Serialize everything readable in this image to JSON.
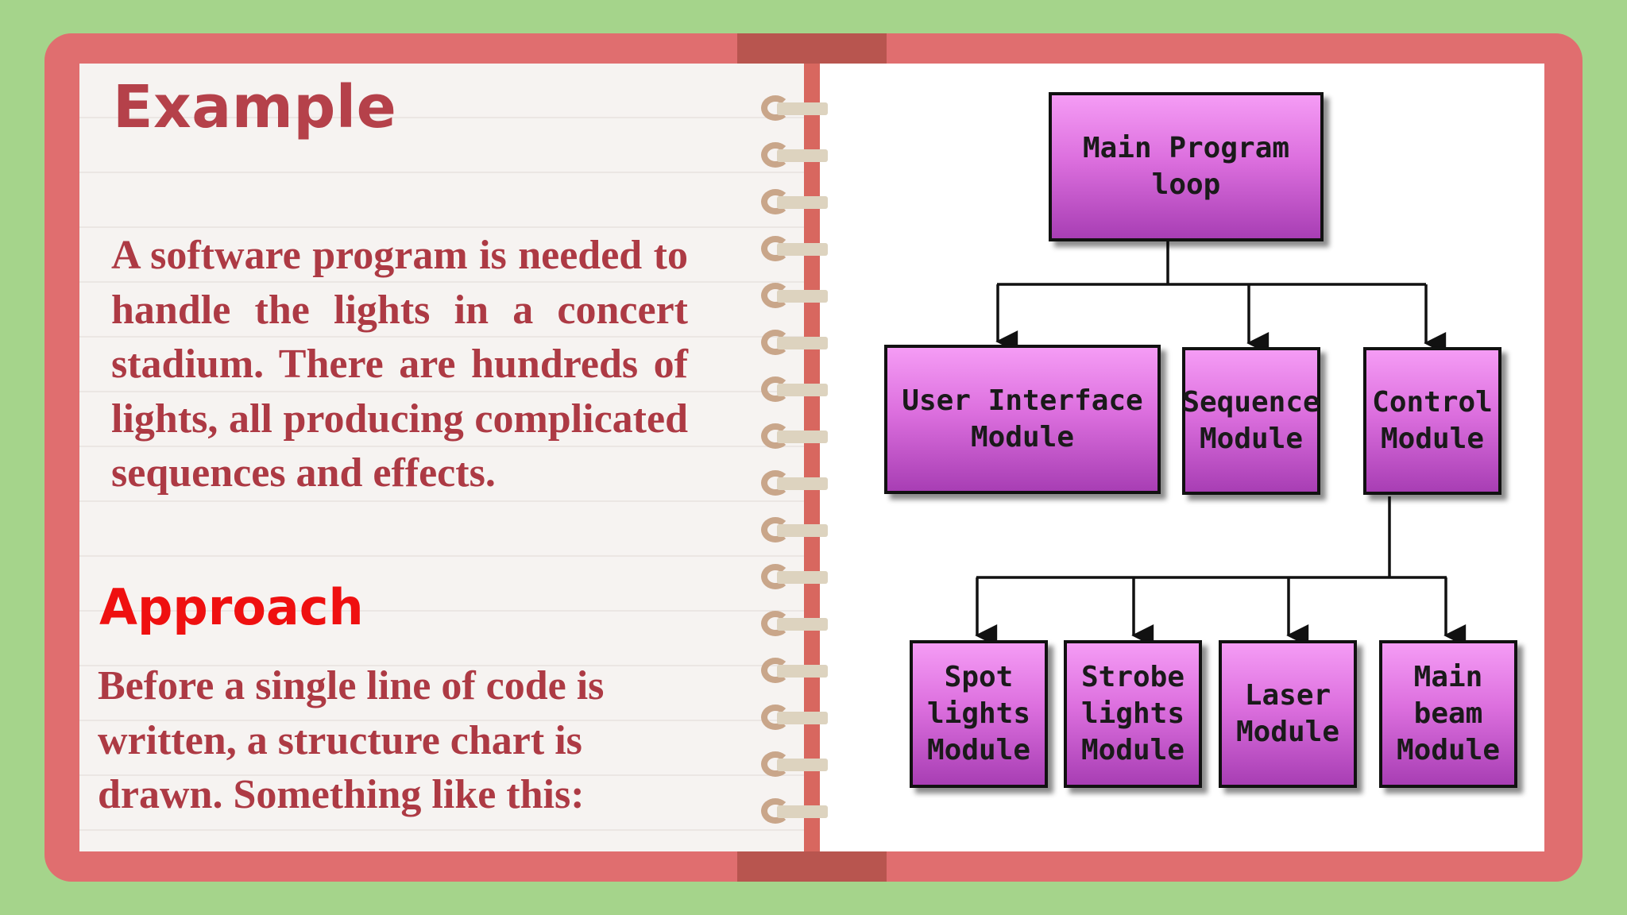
{
  "slide": {
    "title": "Example",
    "intro": "A software program is needed to handle the lights in a concert stadium. There are hundreds of lights, all producing complicated sequences and effects.",
    "approach_heading": "Approach",
    "approach_text": "Before a single line of code is written, a structure chart is drawn. Something like this:"
  },
  "diagram": {
    "root": "Main Program loop",
    "level1": [
      "User Interface\nModule",
      "Sequence\nModule",
      "Control\nModule"
    ],
    "level2": [
      "Spot\nlights\nModule",
      "Strobe\nlights\nModule",
      "Laser\nModule",
      "Main\nbeam\nModule"
    ]
  },
  "colors": {
    "background": "#a5d48b",
    "cover": "#e06e6f",
    "title": "#b5414a",
    "approach": "#ef1010",
    "box_gradient_top": "#f59cf5",
    "box_gradient_bottom": "#a83eb4"
  }
}
